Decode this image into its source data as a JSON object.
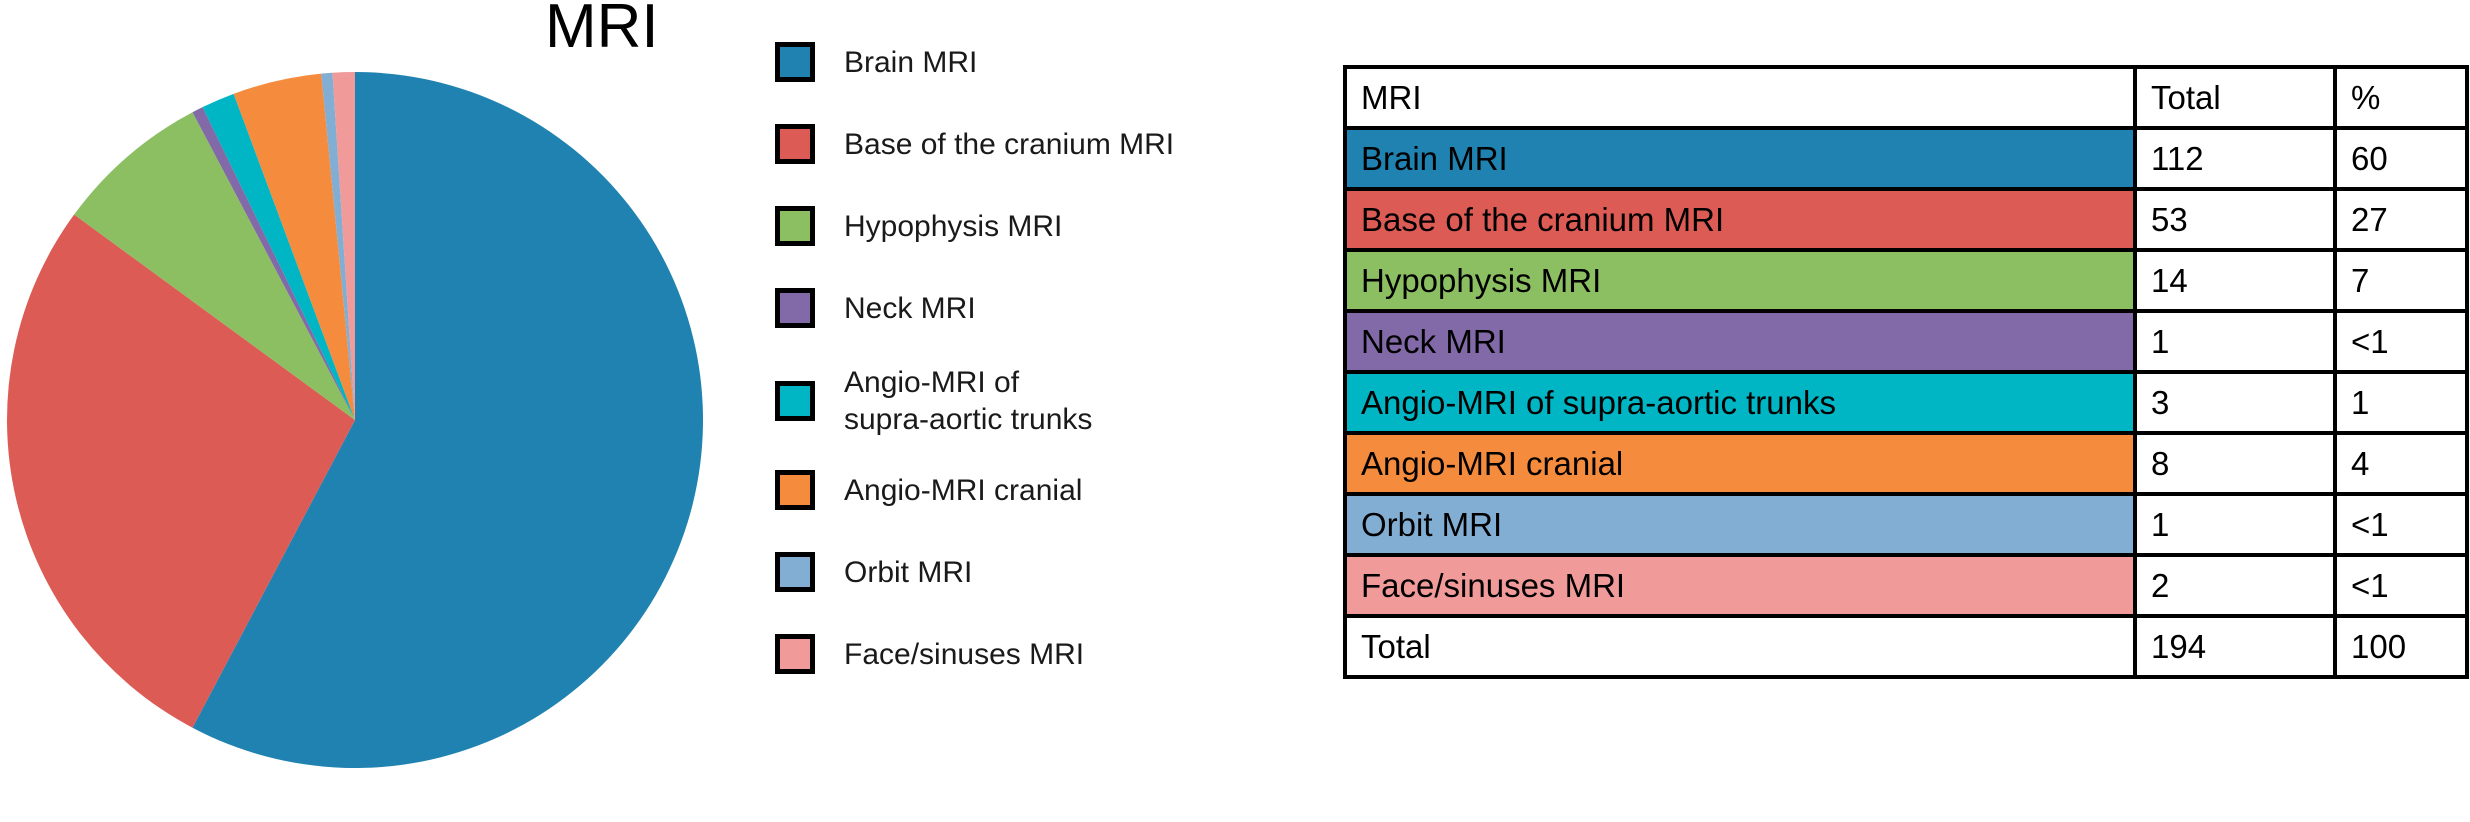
{
  "chart_data": {
    "type": "pie",
    "title": "MRI",
    "categories": [
      "Brain MRI",
      "Base of the cranium MRI",
      "Hypophysis MRI",
      "Neck MRI",
      "Angio-MRI of supra-aortic trunks",
      "Angio-MRI cranial",
      "Orbit MRI",
      "Face/sinuses MRI"
    ],
    "values": [
      112,
      53,
      14,
      1,
      3,
      8,
      1,
      2
    ],
    "percent_labels": [
      "60",
      "27",
      "7",
      "<1",
      "1",
      "4",
      "<1",
      "<1"
    ],
    "percents": [
      60,
      27,
      7,
      0.5,
      1,
      4,
      0.5,
      1
    ],
    "colors": [
      "#1f82b0",
      "#dd5b55",
      "#8cbf62",
      "#8269a8",
      "#00b5c4",
      "#f58b3c",
      "#83aed4",
      "#f09a9a"
    ],
    "total_value": 194,
    "total_percent": "100",
    "start_angle_deg": 0,
    "direction": "clockwise",
    "legend_position": "right",
    "grid": false,
    "xlabel": "",
    "ylabel": ""
  },
  "title": "MRI",
  "legend": {
    "items": [
      {
        "label": "Brain MRI",
        "color": "#1f82b0"
      },
      {
        "label": "Base of the cranium MRI",
        "color": "#dd5b55"
      },
      {
        "label": "Hypophysis MRI",
        "color": "#8cbf62"
      },
      {
        "label": "Neck MRI",
        "color": "#8269a8"
      },
      {
        "label": "Angio-MRI of\nsupra-aortic trunks",
        "color": "#00b5c4"
      },
      {
        "label": "Angio-MRI cranial",
        "color": "#f58b3c"
      },
      {
        "label": "Orbit MRI",
        "color": "#83aed4"
      },
      {
        "label": "Face/sinuses MRI",
        "color": "#f09a9a"
      }
    ]
  },
  "table": {
    "headers": [
      "MRI",
      "Total",
      "%"
    ],
    "rows": [
      {
        "label": "Brain MRI",
        "total": "112",
        "pct": "60",
        "color": "#1f82b0"
      },
      {
        "label": "Base of the cranium MRI",
        "total": "53",
        "pct": "27",
        "color": "#dd5b55"
      },
      {
        "label": "Hypophysis MRI",
        "total": "14",
        "pct": "7",
        "color": "#8cbf62"
      },
      {
        "label": "Neck MRI",
        "total": "1",
        "pct": "<1",
        "color": "#8269a8"
      },
      {
        "label": "Angio-MRI of supra-aortic trunks",
        "total": "3",
        "pct": "1",
        "color": "#00b5c4"
      },
      {
        "label": "Angio-MRI cranial",
        "total": "8",
        "pct": "4",
        "color": "#f58b3c"
      },
      {
        "label": "Orbit MRI",
        "total": "1",
        "pct": "<1",
        "color": "#83aed4"
      },
      {
        "label": "Face/sinuses MRI",
        "total": "2",
        "pct": "<1",
        "color": "#f09a9a"
      }
    ],
    "footer": {
      "label": "Total",
      "total": "194",
      "pct": "100",
      "color": "#ffffff"
    }
  }
}
